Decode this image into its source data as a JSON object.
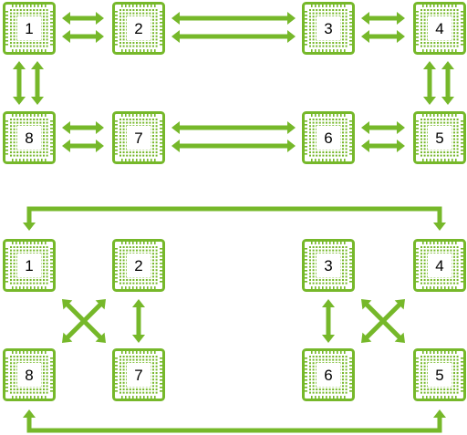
{
  "colors": {
    "accent": "#76b82a",
    "tile_fill": "#ffffff",
    "label": "#000000"
  },
  "icon": "gpu-chip-icon",
  "top_topology": {
    "nodes": [
      {
        "label": "1"
      },
      {
        "label": "2"
      },
      {
        "label": "3"
      },
      {
        "label": "4"
      },
      {
        "label": "8"
      },
      {
        "label": "7"
      },
      {
        "label": "6"
      },
      {
        "label": "5"
      }
    ],
    "links": [
      {
        "from": "1",
        "to": "2",
        "lanes": 2
      },
      {
        "from": "2",
        "to": "3",
        "lanes": 2
      },
      {
        "from": "3",
        "to": "4",
        "lanes": 2
      },
      {
        "from": "1",
        "to": "8",
        "lanes": 2
      },
      {
        "from": "4",
        "to": "5",
        "lanes": 2
      },
      {
        "from": "8",
        "to": "7",
        "lanes": 2
      },
      {
        "from": "7",
        "to": "6",
        "lanes": 2
      },
      {
        "from": "6",
        "to": "5",
        "lanes": 2
      }
    ]
  },
  "bottom_topology": {
    "nodes": [
      {
        "label": "1"
      },
      {
        "label": "2"
      },
      {
        "label": "3"
      },
      {
        "label": "4"
      },
      {
        "label": "8"
      },
      {
        "label": "7"
      },
      {
        "label": "6"
      },
      {
        "label": "5"
      }
    ],
    "links": [
      {
        "from": "1",
        "to": "7",
        "lanes": 1
      },
      {
        "from": "2",
        "to": "8",
        "lanes": 1
      },
      {
        "from": "2",
        "to": "7",
        "lanes": 1
      },
      {
        "from": "3",
        "to": "6",
        "lanes": 1
      },
      {
        "from": "3",
        "to": "5",
        "lanes": 1
      },
      {
        "from": "4",
        "to": "6",
        "lanes": 1
      },
      {
        "from": "1",
        "to": "4",
        "lanes": 1
      },
      {
        "from": "8",
        "to": "5",
        "lanes": 1
      }
    ]
  }
}
